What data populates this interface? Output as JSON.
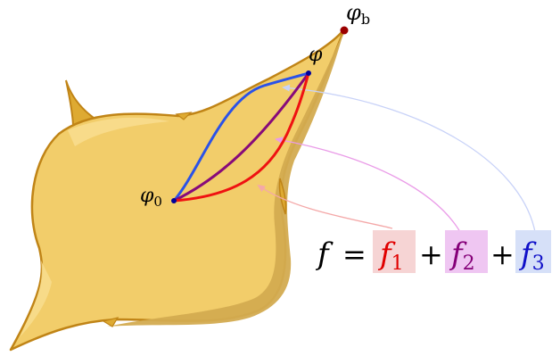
{
  "labels": {
    "phi_b_main": "φ",
    "phi_b_sub": "b",
    "phi": "φ",
    "phi0_main": "φ",
    "phi0_sub": "0",
    "f": "f",
    "equals": "=",
    "f1_main": "f",
    "f1_sub": "1",
    "plus1": "+",
    "f2_main": "f",
    "f2_sub": "2",
    "plus2": "+",
    "f3_main": "f",
    "f3_sub": "3"
  },
  "colors": {
    "manifold_fill": "#f2cd6a",
    "manifold_edge": "#c08416",
    "manifold_shadow": "#d3ab50",
    "manifold_highlight": "#f8dd8e",
    "fin": "#deaa32",
    "path_blue": "#2a52e8",
    "path_purple": "#870a7a",
    "path_red": "#ef1111",
    "point_phi_b": "#9b0000",
    "point_phi": "#00009b",
    "point_phi0": "#00009b",
    "f1_box": "#f6d4d4",
    "f2_box": "#efc6f2",
    "f3_box": "#d6e0f8",
    "f1_text": "#e00000",
    "f2_text": "#850078",
    "f3_text": "#1010c8",
    "arrow_red": "#f4a8a8",
    "arrow_purple": "#ea9ce8",
    "arrow_blue": "#c8d2f8"
  }
}
